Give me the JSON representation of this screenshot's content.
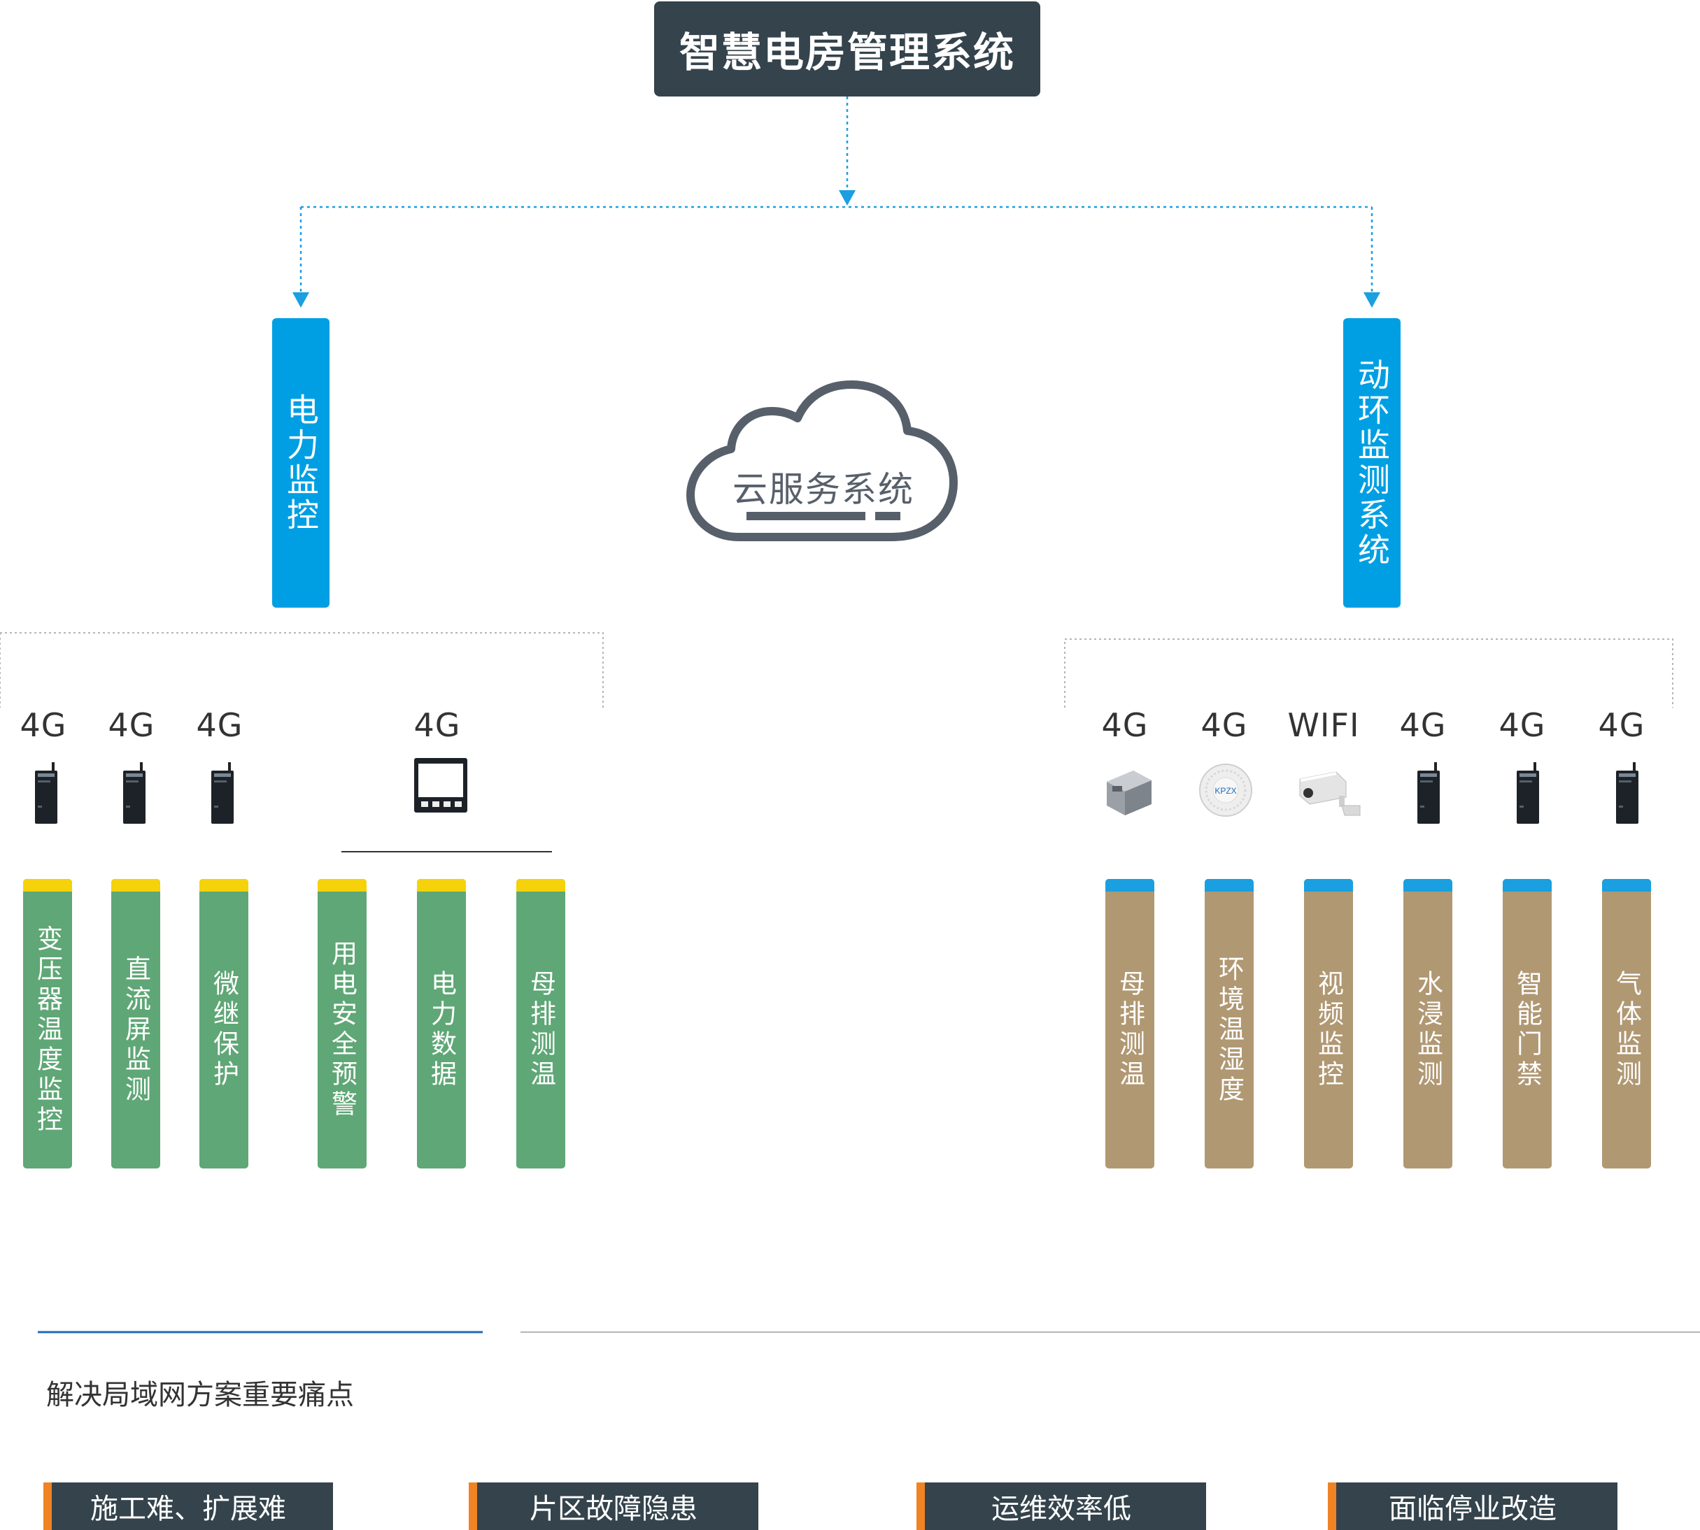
{
  "title": "智慧电房管理系统",
  "cloud_label": "云服务系统",
  "left_branch": {
    "label": "电力监控",
    "connections": [
      {
        "label": "4G",
        "device_icon": "gateway-icon"
      },
      {
        "label": "4G",
        "device_icon": "gateway-icon"
      },
      {
        "label": "4G",
        "device_icon": "gateway-icon"
      },
      {
        "label": "4G",
        "device_icon": "meter-panel-icon"
      }
    ],
    "items": [
      "变压器温度监控",
      "直流屏监测",
      "微继保护",
      "用电安全预警",
      "电力数据",
      "母排测温"
    ]
  },
  "right_branch": {
    "label": "动环监测系统",
    "connections": [
      {
        "label": "4G",
        "device_icon": "collector-icon"
      },
      {
        "label": "4G",
        "device_icon": "smoke-sensor-icon"
      },
      {
        "label": "WIFI",
        "device_icon": "camera-icon"
      },
      {
        "label": "4G",
        "device_icon": "gateway-icon"
      },
      {
        "label": "4G",
        "device_icon": "gateway-icon"
      },
      {
        "label": "4G",
        "device_icon": "gateway-icon"
      }
    ],
    "items": [
      "母排测温",
      "环境温湿度",
      "视频监控",
      "水浸监测",
      "智能门禁",
      "气体监测"
    ]
  },
  "pain_points": {
    "heading": "解决局域网方案重要痛点",
    "items": [
      "施工难、扩展难",
      "片区故障隐患",
      "运维效率低",
      "面临停业改造"
    ]
  },
  "device_brand": "KPZX",
  "colors": {
    "title_bg": "#34434c",
    "branch_blue": "#009fe3",
    "left_bar_green": "#5fa776",
    "left_cap_yellow": "#f5d20a",
    "right_bar_tan": "#b09873",
    "right_cap_blue": "#1a9fe0",
    "pain_accent_orange": "#f08324"
  }
}
